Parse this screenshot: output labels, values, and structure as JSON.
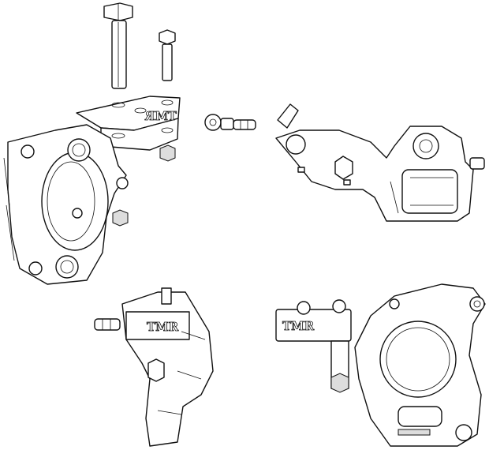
{
  "diagram": {
    "bracket_marking": "TMR",
    "views": [
      "exploded-view",
      "rear-view",
      "side-view",
      "front-view"
    ]
  }
}
